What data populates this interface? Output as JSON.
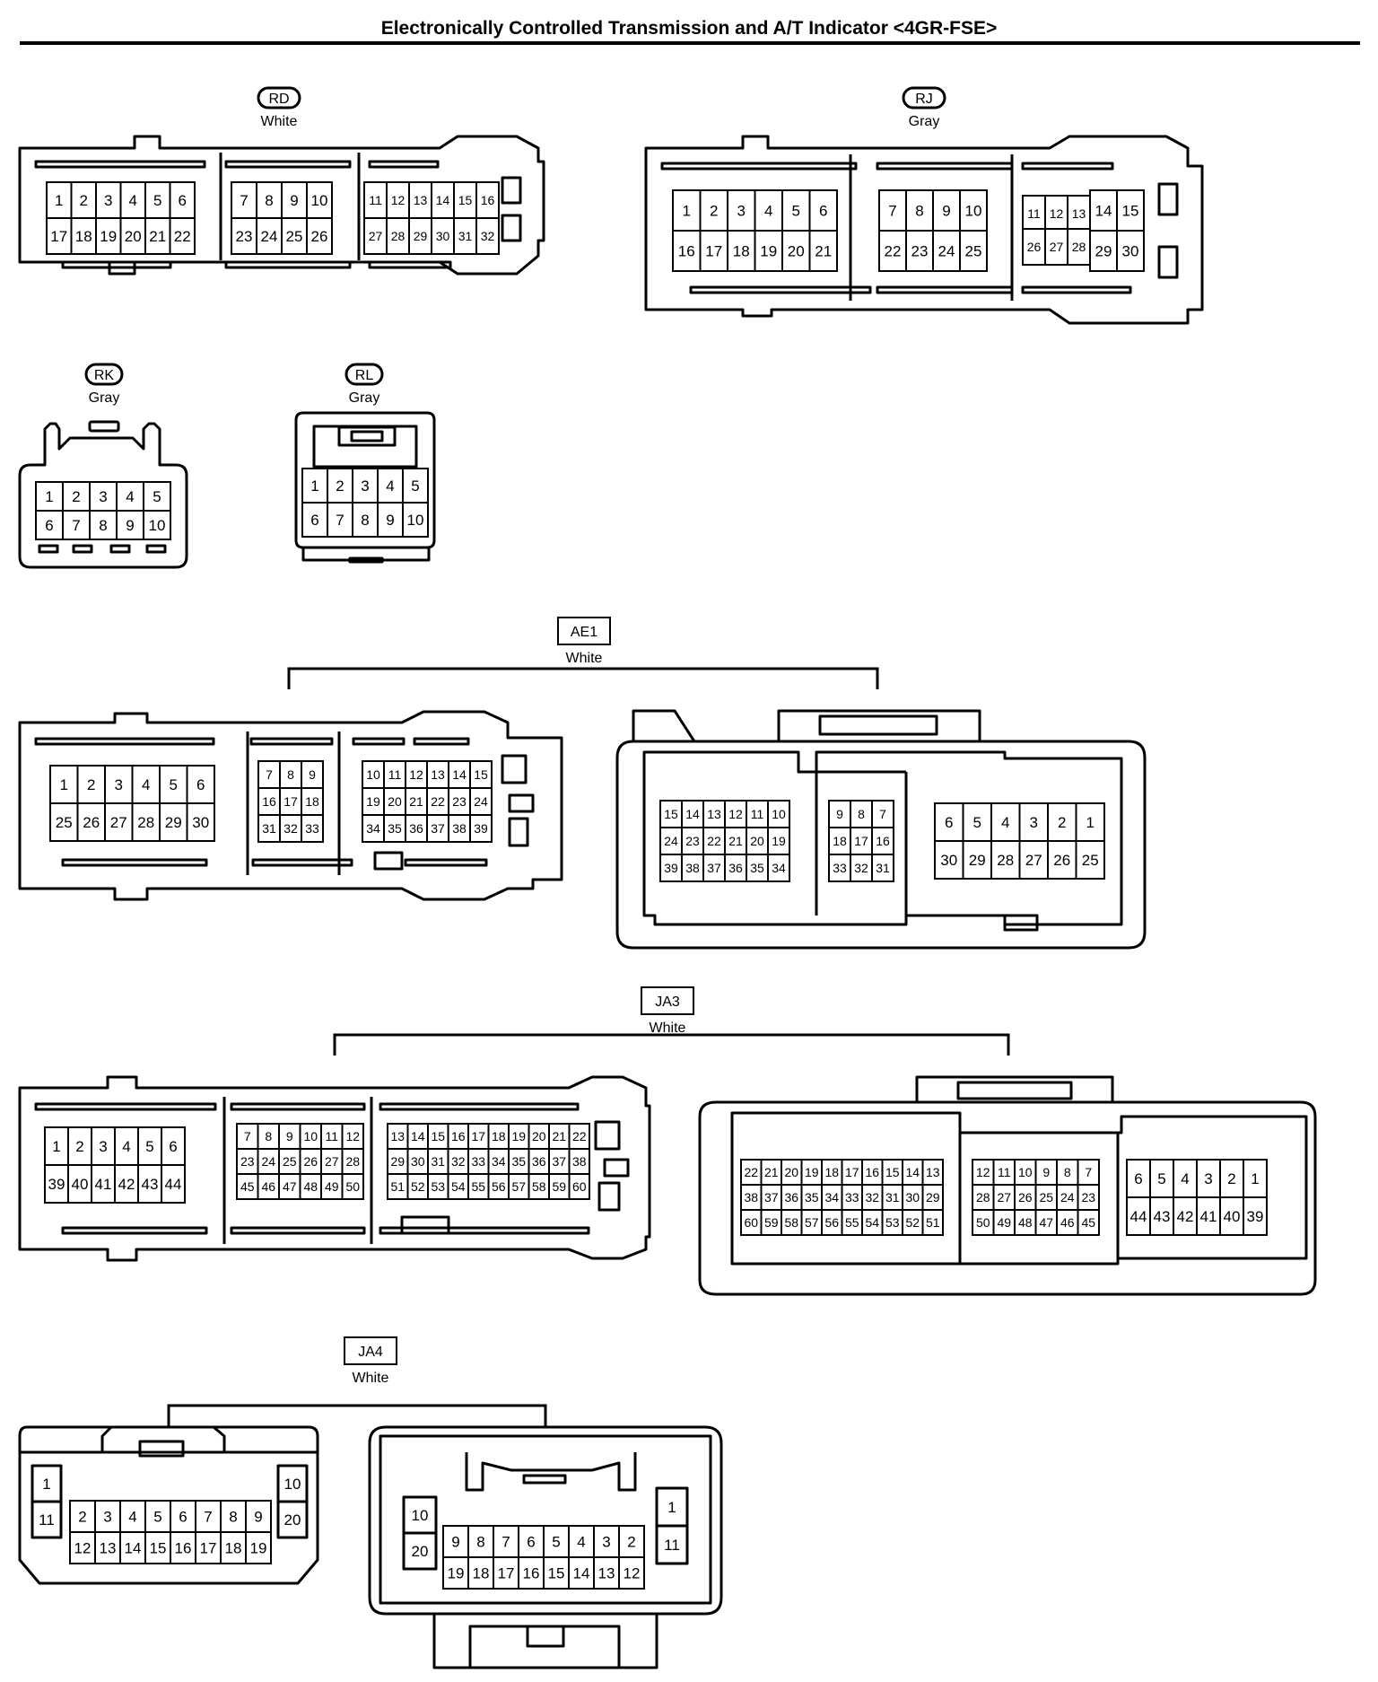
{
  "title": "Electronically Controlled Transmission and A/T Indicator <4GR-FSE>",
  "connectors": {
    "rd": {
      "code": "RD",
      "color": "White",
      "row1": [
        "1",
        "2",
        "3",
        "4",
        "5",
        "6",
        "7",
        "8",
        "9",
        "10",
        "11",
        "12",
        "13",
        "14",
        "15",
        "16"
      ],
      "row2": [
        "17",
        "18",
        "19",
        "20",
        "21",
        "22",
        "23",
        "24",
        "25",
        "26",
        "27",
        "28",
        "29",
        "30",
        "31",
        "32"
      ]
    },
    "rj": {
      "code": "RJ",
      "color": "Gray",
      "row1": [
        "1",
        "2",
        "3",
        "4",
        "5",
        "6",
        "7",
        "8",
        "9",
        "10",
        "11",
        "12",
        "13",
        "14",
        "15"
      ],
      "row2": [
        "16",
        "17",
        "18",
        "19",
        "20",
        "21",
        "22",
        "23",
        "24",
        "25",
        "26",
        "27",
        "28",
        "29",
        "30"
      ]
    },
    "rk": {
      "code": "RK",
      "color": "Gray",
      "row1": [
        "1",
        "2",
        "3",
        "4",
        "5"
      ],
      "row2": [
        "6",
        "7",
        "8",
        "9",
        "10"
      ]
    },
    "rl": {
      "code": "RL",
      "color": "Gray",
      "row1": [
        "1",
        "2",
        "3",
        "4",
        "5"
      ],
      "row2": [
        "6",
        "7",
        "8",
        "9",
        "10"
      ]
    },
    "ae1": {
      "code": "AE1",
      "color": "White",
      "male": {
        "row1": [
          "1",
          "2",
          "3",
          "4",
          "5",
          "6",
          "7",
          "8",
          "9",
          "10",
          "11",
          "12",
          "13",
          "14",
          "15"
        ],
        "row2": [
          "25",
          "26",
          "27",
          "28",
          "29",
          "30",
          "16",
          "17",
          "18",
          "19",
          "20",
          "21",
          "22",
          "23",
          "24"
        ],
        "row3": [
          "31",
          "32",
          "33",
          "34",
          "35",
          "36",
          "37",
          "38",
          "39"
        ]
      },
      "female": {
        "row1": [
          "15",
          "14",
          "13",
          "12",
          "11",
          "10",
          "9",
          "8",
          "7",
          "6",
          "5",
          "4",
          "3",
          "2",
          "1"
        ],
        "row2": [
          "24",
          "23",
          "22",
          "21",
          "20",
          "19",
          "18",
          "17",
          "16",
          "30",
          "29",
          "28",
          "27",
          "26",
          "25"
        ],
        "row3": [
          "39",
          "38",
          "37",
          "36",
          "35",
          "34",
          "33",
          "32",
          "31"
        ]
      }
    },
    "ja3": {
      "code": "JA3",
      "color": "White",
      "male": {
        "row1": [
          "1",
          "2",
          "3",
          "4",
          "5",
          "6",
          "7",
          "8",
          "9",
          "10",
          "11",
          "12",
          "13",
          "14",
          "15",
          "16",
          "17",
          "18",
          "19",
          "20",
          "21",
          "22"
        ],
        "row2": [
          "39",
          "40",
          "41",
          "42",
          "43",
          "44",
          "23",
          "24",
          "25",
          "26",
          "27",
          "28",
          "29",
          "30",
          "31",
          "32",
          "33",
          "34",
          "35",
          "36",
          "37",
          "38"
        ],
        "row3": [
          "45",
          "46",
          "47",
          "48",
          "49",
          "50",
          "51",
          "52",
          "53",
          "54",
          "55",
          "56",
          "57",
          "58",
          "59",
          "60"
        ]
      },
      "female": {
        "row1": [
          "22",
          "21",
          "20",
          "19",
          "18",
          "17",
          "16",
          "15",
          "14",
          "13",
          "12",
          "11",
          "10",
          "9",
          "8",
          "7",
          "6",
          "5",
          "4",
          "3",
          "2",
          "1"
        ],
        "row2": [
          "38",
          "37",
          "36",
          "35",
          "34",
          "33",
          "32",
          "31",
          "30",
          "29",
          "28",
          "27",
          "26",
          "25",
          "24",
          "23",
          "44",
          "43",
          "42",
          "41",
          "40",
          "39"
        ],
        "row3": [
          "60",
          "59",
          "58",
          "57",
          "56",
          "55",
          "54",
          "53",
          "52",
          "51",
          "50",
          "49",
          "48",
          "47",
          "46",
          "45"
        ]
      }
    },
    "ja4": {
      "code": "JA4",
      "color": "White",
      "male": {
        "side_left": [
          "1",
          "11"
        ],
        "row1": [
          "2",
          "3",
          "4",
          "5",
          "6",
          "7",
          "8",
          "9"
        ],
        "row2": [
          "12",
          "13",
          "14",
          "15",
          "16",
          "17",
          "18",
          "19"
        ],
        "side_right": [
          "10",
          "20"
        ]
      },
      "female": {
        "side_left": [
          "10",
          "20"
        ],
        "row1": [
          "9",
          "8",
          "7",
          "6",
          "5",
          "4",
          "3",
          "2"
        ],
        "row2": [
          "19",
          "18",
          "17",
          "16",
          "15",
          "14",
          "13",
          "12"
        ],
        "side_right": [
          "1",
          "11"
        ]
      }
    }
  }
}
